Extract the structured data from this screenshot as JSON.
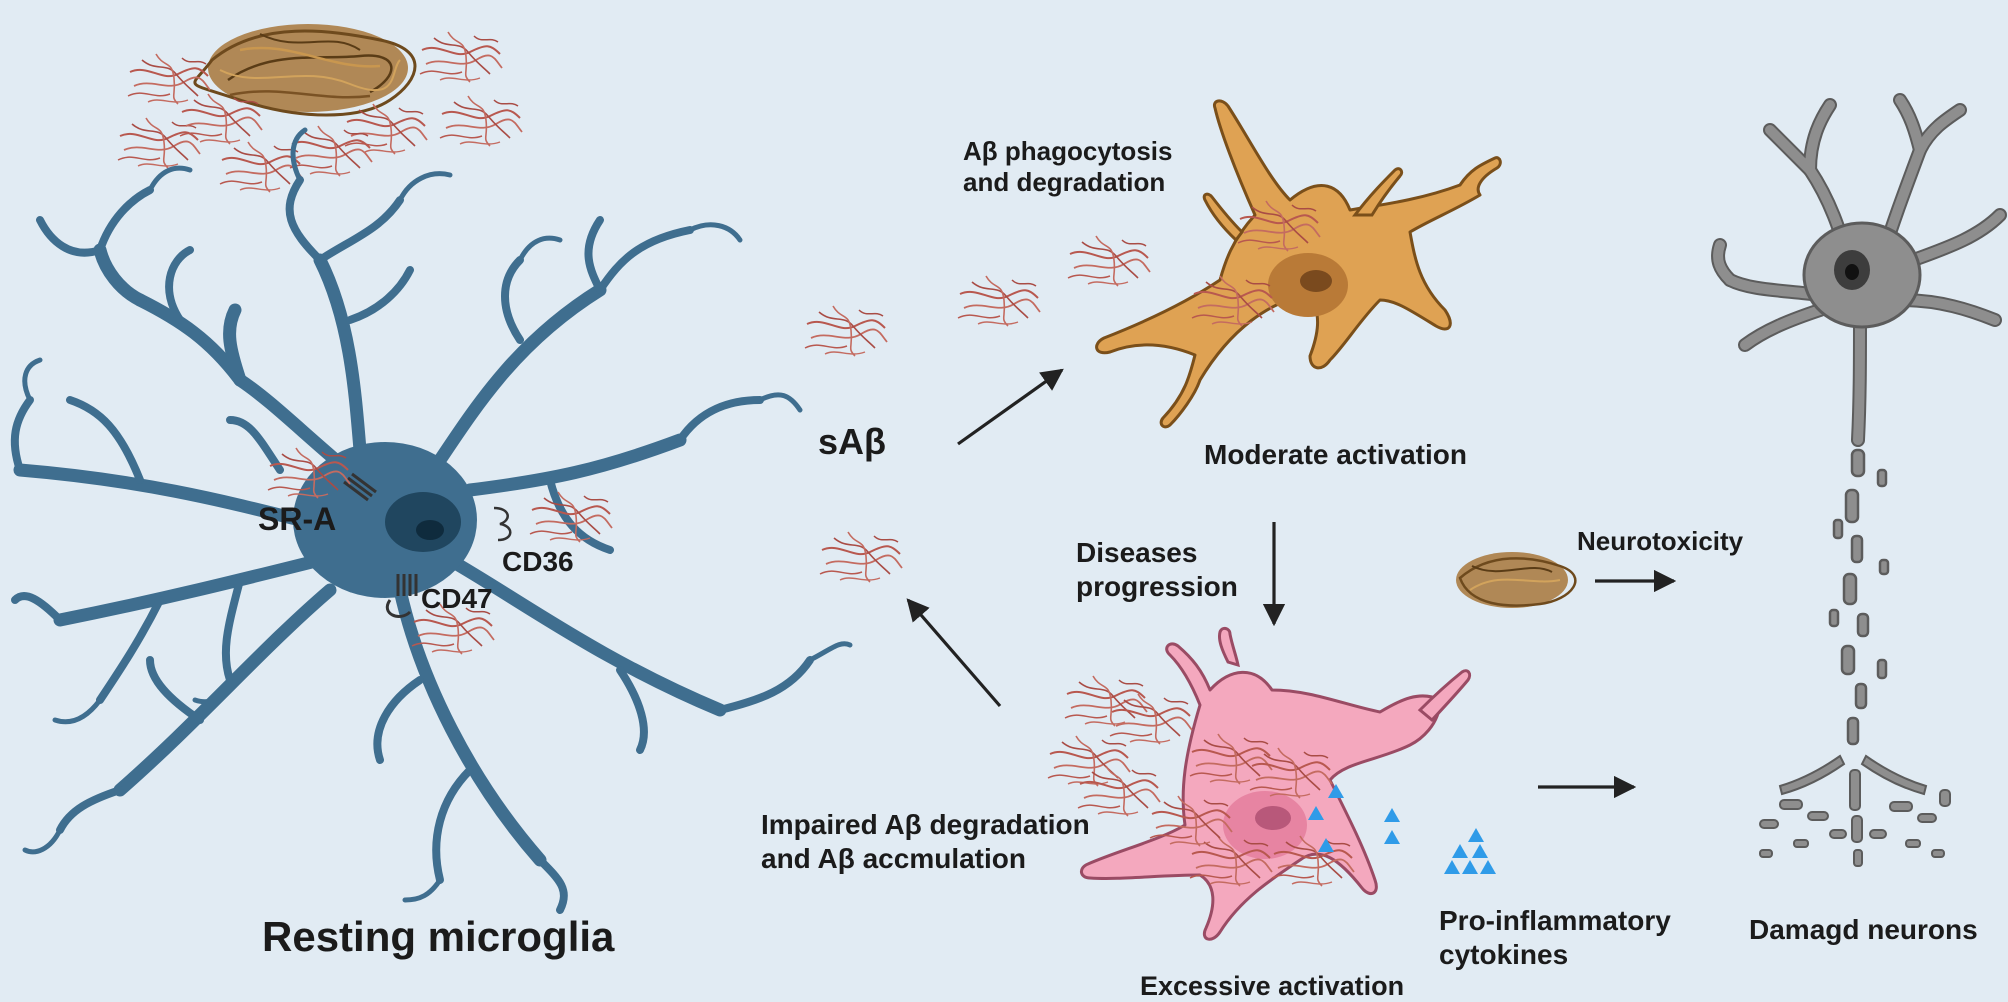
{
  "colors": {
    "background": "#e1ebf3",
    "resting_microglia": "#3f6e8f",
    "moderate_microglia": "#dfa253",
    "excessive_microglia": "#f4a8be",
    "neuron": "#8e8e8e",
    "amyloid_fibril": "#b8584f",
    "amyloid_plaque": "#9c6c2e",
    "cytokine": "#2f9be8",
    "arrow": "#222222"
  },
  "icons": [
    "microglia-cell",
    "amyloid-fibril",
    "amyloid-plaque",
    "cytokine-triangle",
    "neuron",
    "receptor"
  ],
  "labels": {
    "resting_microglia": "Resting microglia",
    "sr_a": "SR-A",
    "cd36": "CD36",
    "cd47": "CD47",
    "sab": "sAβ",
    "phagocytosis_line1": "Aβ phagocytosis",
    "phagocytosis_line2": "and  degradation",
    "moderate_activation": "Moderate activation",
    "diseases_line1": "Diseases",
    "diseases_line2": "progression",
    "impaired_line1": "Impaired Aβ degradation",
    "impaired_line2": "and Aβ accmulation",
    "excessive_activation": "Excessive activation",
    "cytokines_line1": "Pro-inflammatory",
    "cytokines_line2": "cytokines",
    "neurotoxicity": "Neurotoxicity",
    "damaged_neurons": "Damagd neurons"
  }
}
